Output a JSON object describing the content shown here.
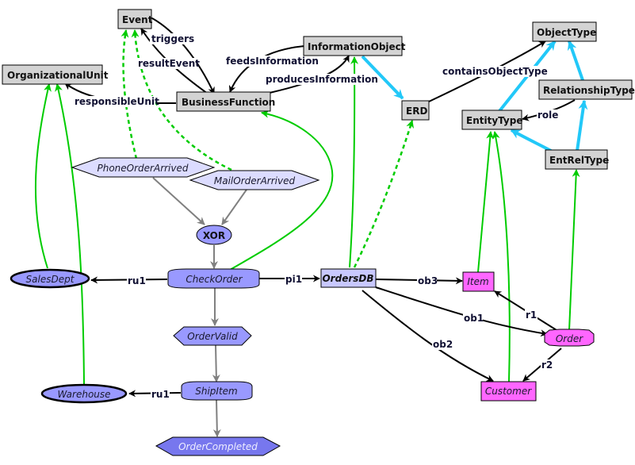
{
  "colors": {
    "meta_fill": "#d3d3d3",
    "meta_stroke": "#000000",
    "event_light": "#dcdcff",
    "event_mid": "#9999ff",
    "event_dark": "#7777ee",
    "process_fill": "#9999ff",
    "data_fill": "#c8c8ff",
    "entity_fill": "#ff66ff",
    "black_edge": "#000000",
    "blue_edge": "#22c8f8",
    "green_edge": "#00cc00",
    "gray_edge": "#808080",
    "completed_text": "#eeeeff"
  },
  "nodes": [
    {
      "id": "Event",
      "label": "Event",
      "kind": "meta"
    },
    {
      "id": "OrganizationalUnit",
      "label": "OrganizationalUnit",
      "kind": "meta"
    },
    {
      "id": "InformationObject",
      "label": "InformationObject",
      "kind": "meta"
    },
    {
      "id": "BusinessFunction",
      "label": "BusinessFunction",
      "kind": "meta"
    },
    {
      "id": "ERD",
      "label": "ERD",
      "kind": "meta"
    },
    {
      "id": "ObjectType",
      "label": "ObjectType",
      "kind": "meta"
    },
    {
      "id": "RelationshipType",
      "label": "RelationshipType",
      "kind": "meta"
    },
    {
      "id": "EntityType",
      "label": "EntityType",
      "kind": "meta"
    },
    {
      "id": "EntRelType",
      "label": "EntRelType",
      "kind": "meta"
    },
    {
      "id": "PhoneOrderArrived",
      "label": "PhoneOrderArrived",
      "kind": "event-light"
    },
    {
      "id": "MailOrderArrived",
      "label": "MailOrderArrived",
      "kind": "event-light"
    },
    {
      "id": "XOR",
      "label": "XOR",
      "kind": "connector"
    },
    {
      "id": "SalesDept",
      "label": "SalesDept",
      "kind": "orgunit"
    },
    {
      "id": "CheckOrder",
      "label": "CheckOrder",
      "kind": "function"
    },
    {
      "id": "OrdersDB",
      "label": "OrdersDB",
      "kind": "data"
    },
    {
      "id": "Item",
      "label": "Item",
      "kind": "entity"
    },
    {
      "id": "OrderValid",
      "label": "OrderValid",
      "kind": "event-mid"
    },
    {
      "id": "Order",
      "label": "Order",
      "kind": "relationship"
    },
    {
      "id": "Warehouse",
      "label": "Warehouse",
      "kind": "orgunit"
    },
    {
      "id": "ShipItem",
      "label": "ShipItem",
      "kind": "function"
    },
    {
      "id": "Customer",
      "label": "Customer",
      "kind": "entity"
    },
    {
      "id": "OrderCompleted",
      "label": "OrderCompleted",
      "kind": "event-dark"
    }
  ],
  "edges": [
    {
      "from": "Event",
      "to": "BusinessFunction",
      "label": "triggers",
      "style": "black"
    },
    {
      "from": "BusinessFunction",
      "to": "Event",
      "label": "resultEvent",
      "style": "black"
    },
    {
      "from": "InformationObject",
      "to": "BusinessFunction",
      "label": "feedsInformation",
      "style": "black"
    },
    {
      "from": "BusinessFunction",
      "to": "InformationObject",
      "label": "producesInformation",
      "style": "black"
    },
    {
      "from": "BusinessFunction",
      "to": "OrganizationalUnit",
      "label": "responsibleUnit",
      "style": "black"
    },
    {
      "from": "ERD",
      "to": "ObjectType",
      "label": "containsObjectType",
      "style": "black"
    },
    {
      "from": "RelationshipType",
      "to": "EntityType",
      "label": "role",
      "style": "black"
    },
    {
      "from": "InformationObject",
      "to": "ERD",
      "label": "",
      "style": "blue"
    },
    {
      "from": "EntityType",
      "to": "ObjectType",
      "label": "",
      "style": "blue"
    },
    {
      "from": "RelationshipType",
      "to": "ObjectType",
      "label": "",
      "style": "blue"
    },
    {
      "from": "EntRelType",
      "to": "EntityType",
      "label": "",
      "style": "blue"
    },
    {
      "from": "EntRelType",
      "to": "RelationshipType",
      "label": "",
      "style": "blue"
    },
    {
      "from": "PhoneOrderArrived",
      "to": "Event",
      "label": "",
      "style": "green-dashed"
    },
    {
      "from": "MailOrderArrived",
      "to": "Event",
      "label": "",
      "style": "green-dashed"
    },
    {
      "from": "OrdersDB",
      "to": "ERD",
      "label": "",
      "style": "green-dashed"
    },
    {
      "from": "SalesDept",
      "to": "OrganizationalUnit",
      "label": "",
      "style": "green"
    },
    {
      "from": "Warehouse",
      "to": "OrganizationalUnit",
      "label": "",
      "style": "green"
    },
    {
      "from": "CheckOrder",
      "to": "BusinessFunction",
      "label": "",
      "style": "green"
    },
    {
      "from": "OrdersDB",
      "to": "InformationObject",
      "label": "",
      "style": "green"
    },
    {
      "from": "Item",
      "to": "EntityType",
      "label": "",
      "style": "green"
    },
    {
      "from": "Customer",
      "to": "EntityType",
      "label": "",
      "style": "green"
    },
    {
      "from": "Order",
      "to": "EntRelType",
      "label": "",
      "style": "green"
    },
    {
      "from": "PhoneOrderArrived",
      "to": "XOR",
      "label": "",
      "style": "gray"
    },
    {
      "from": "MailOrderArrived",
      "to": "XOR",
      "label": "",
      "style": "gray"
    },
    {
      "from": "XOR",
      "to": "CheckOrder",
      "label": "",
      "style": "gray"
    },
    {
      "from": "CheckOrder",
      "to": "OrderValid",
      "label": "",
      "style": "gray"
    },
    {
      "from": "OrderValid",
      "to": "ShipItem",
      "label": "",
      "style": "gray"
    },
    {
      "from": "ShipItem",
      "to": "OrderCompleted",
      "label": "",
      "style": "gray"
    },
    {
      "from": "CheckOrder",
      "to": "SalesDept",
      "label": "ru1",
      "style": "black"
    },
    {
      "from": "ShipItem",
      "to": "Warehouse",
      "label": "ru1",
      "style": "black"
    },
    {
      "from": "CheckOrder",
      "to": "OrdersDB",
      "label": "pi1",
      "style": "black"
    },
    {
      "from": "OrdersDB",
      "to": "Item",
      "label": "ob3",
      "style": "black"
    },
    {
      "from": "OrdersDB",
      "to": "Order",
      "label": "ob1",
      "style": "black"
    },
    {
      "from": "OrdersDB",
      "to": "Customer",
      "label": "ob2",
      "style": "black"
    },
    {
      "from": "Order",
      "to": "Item",
      "label": "r1",
      "style": "black"
    },
    {
      "from": "Order",
      "to": "Customer",
      "label": "r2",
      "style": "black"
    }
  ]
}
